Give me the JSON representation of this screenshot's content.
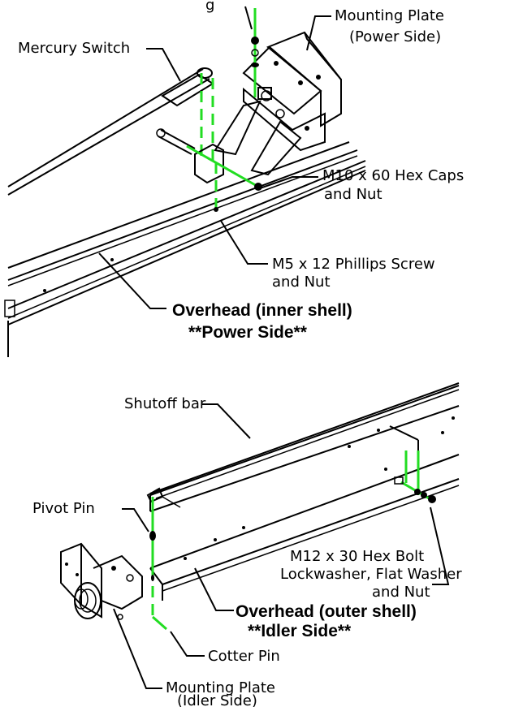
{
  "top": {
    "label_cutoff": "g",
    "mounting_plate_power": [
      "Mounting Plate",
      "(Power Side)"
    ],
    "mercury_switch": "Mercury Switch",
    "hex_caps": [
      "M10 x 60 Hex Caps",
      "and Nut"
    ],
    "phillips_screw": [
      "M5 x 12 Phillips Screw",
      "and Nut"
    ],
    "title": [
      "Overhead (inner shell)",
      "**Power Side**"
    ]
  },
  "bottom": {
    "shutoff_bar": "Shutoff bar",
    "pivot_pin": "Pivot Pin",
    "hex_bolt": [
      "M12 x 30 Hex Bolt",
      "Lockwasher, Flat Washer",
      "and Nut"
    ],
    "title": [
      "Overhead (outer shell)",
      "**Idler Side**"
    ],
    "cotter_pin": "Cotter Pin",
    "mounting_plate_idler": [
      "Mounting Plate",
      "(Idler Side)"
    ]
  },
  "colors": {
    "line": "#000000",
    "fastener_path": "#22dd22",
    "background": "#ffffff"
  }
}
